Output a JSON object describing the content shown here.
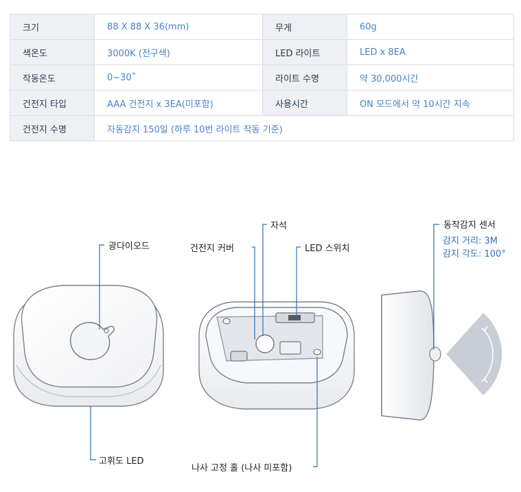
{
  "spec_table": {
    "rows": [
      {
        "k1": "크기",
        "v1": "88 X 88 X 36(mm)",
        "k2": "무게",
        "v2": "60g"
      },
      {
        "k1": "색온도",
        "v1": "3000K (전구색)",
        "k2": "LED 라이트",
        "v2": "LED x 8EA"
      },
      {
        "k1": "작동온도",
        "v1": "0~30˚",
        "k2": "라이트 수명",
        "v2": "약 30,000시간"
      },
      {
        "k1": "건전지 타입",
        "v1": "AAA 건전지 x 3EA(미포함)",
        "k2": "사용시간",
        "v2": "ON 모드에서 약 10시간 지속"
      },
      {
        "k1": "건전지 수명",
        "v1": "자동감지 150일 (하루 10번 라이트 작동 기준)"
      }
    ]
  },
  "figure": {
    "labels": {
      "photodiode": "광다이오드",
      "battery_cover": "건전지 커버",
      "magnet": "자석",
      "led_switch": "LED 스위치",
      "motion_sensor": "동작감지 센서",
      "sense_distance": "감지 거리: 3M",
      "sense_angle": "감지 각도: 100°",
      "high_brightness_led": "고휘도 LED",
      "screw_hole": "나사 고정 홀 (나사 미포함)"
    },
    "colors": {
      "callout_line": "#2f6fbf",
      "accent_text": "#2f6fbf",
      "cone": "#c9ced6"
    }
  }
}
